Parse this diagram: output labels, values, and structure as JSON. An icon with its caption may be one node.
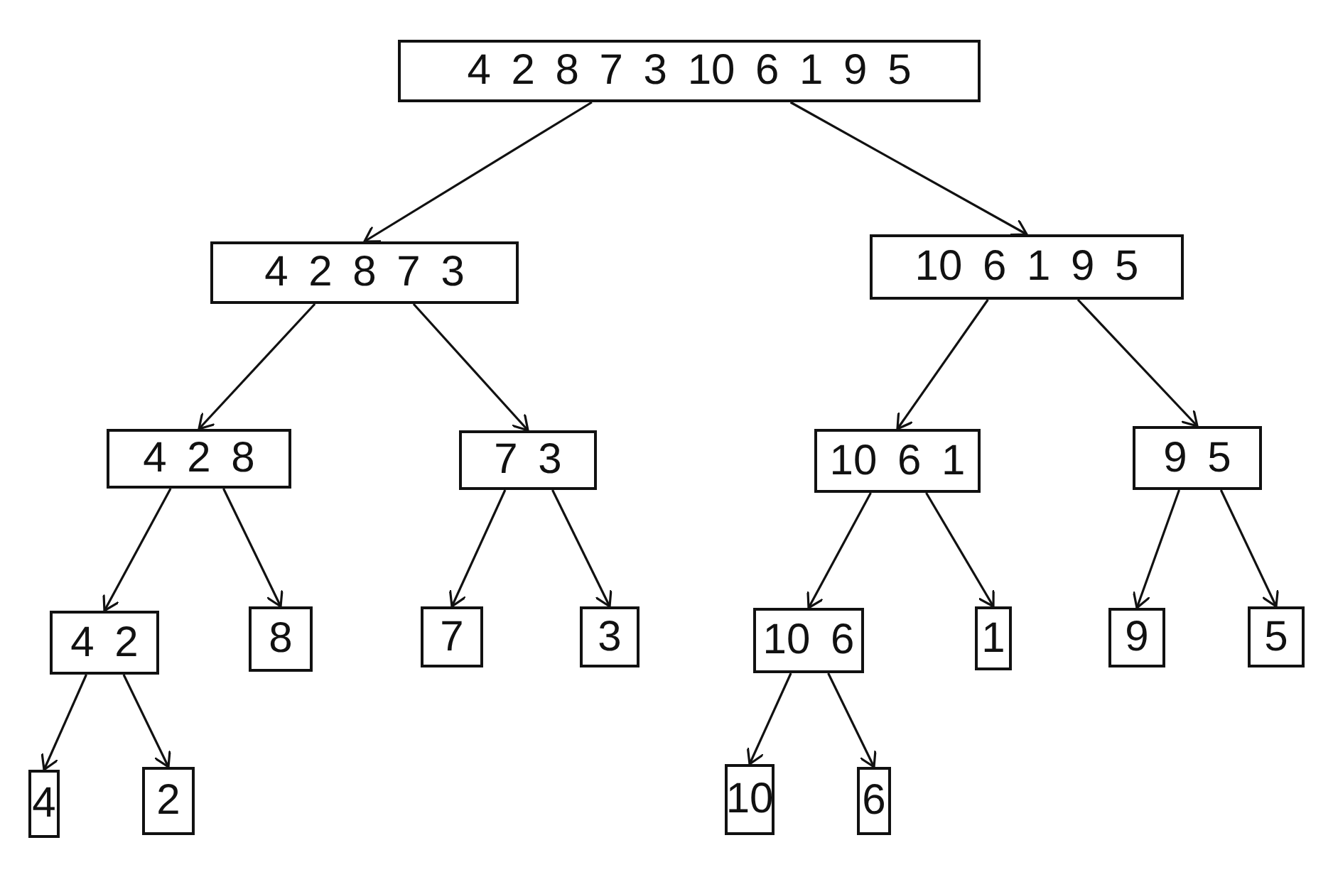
{
  "diagram": {
    "nodes": [
      {
        "text": [
          "4 2 8 7 3 10 6 1 9 5"
        ]
      },
      {
        "text": [
          "4 2 8 7 3"
        ]
      },
      {
        "text": [
          "10 6 1 9 5"
        ]
      },
      {
        "text": [
          "4 2 8"
        ]
      },
      {
        "text": [
          "7 3"
        ]
      },
      {
        "text": [
          "10 6 1"
        ]
      },
      {
        "text": [
          "9 5"
        ]
      },
      {
        "text": [
          "4 2"
        ]
      },
      {
        "text": [
          "8"
        ]
      },
      {
        "text": [
          "7"
        ]
      },
      {
        "text": [
          "3"
        ]
      },
      {
        "text": [
          "10 6"
        ]
      },
      {
        "text": [
          "1"
        ]
      },
      {
        "text": [
          "9"
        ]
      },
      {
        "text": [
          "5"
        ]
      },
      {
        "text": [
          "4"
        ]
      },
      {
        "text": [
          "2"
        ]
      },
      {
        "text": [
          "10"
        ]
      },
      {
        "text": [
          "6"
        ]
      }
    ],
    "edges": [
      {
        "from": 0,
        "to": 1,
        "arrow": "to"
      },
      {
        "from": 0,
        "to": 2,
        "arrow": "to"
      },
      {
        "from": 1,
        "to": 3,
        "arrow": "to"
      },
      {
        "from": 1,
        "to": 4,
        "arrow": "to"
      },
      {
        "from": 2,
        "to": 5,
        "arrow": "to"
      },
      {
        "from": 2,
        "to": 6,
        "arrow": "to"
      },
      {
        "from": 3,
        "to": 7,
        "arrow": "to"
      },
      {
        "from": 3,
        "to": 8,
        "arrow": "to"
      },
      {
        "from": 4,
        "to": 9,
        "arrow": "to"
      },
      {
        "from": 4,
        "to": 10,
        "arrow": "to"
      },
      {
        "from": 5,
        "to": 11,
        "arrow": "to"
      },
      {
        "from": 5,
        "to": 12,
        "arrow": "to"
      },
      {
        "from": 6,
        "to": 13,
        "arrow": "to"
      },
      {
        "from": 6,
        "to": 14,
        "arrow": "to"
      },
      {
        "from": 7,
        "to": 15,
        "arrow": "to"
      },
      {
        "from": 7,
        "to": 16,
        "arrow": "to"
      },
      {
        "from": 11,
        "to": 17,
        "arrow": "to"
      },
      {
        "from": 11,
        "to": 18,
        "arrow": "to"
      }
    ]
  }
}
